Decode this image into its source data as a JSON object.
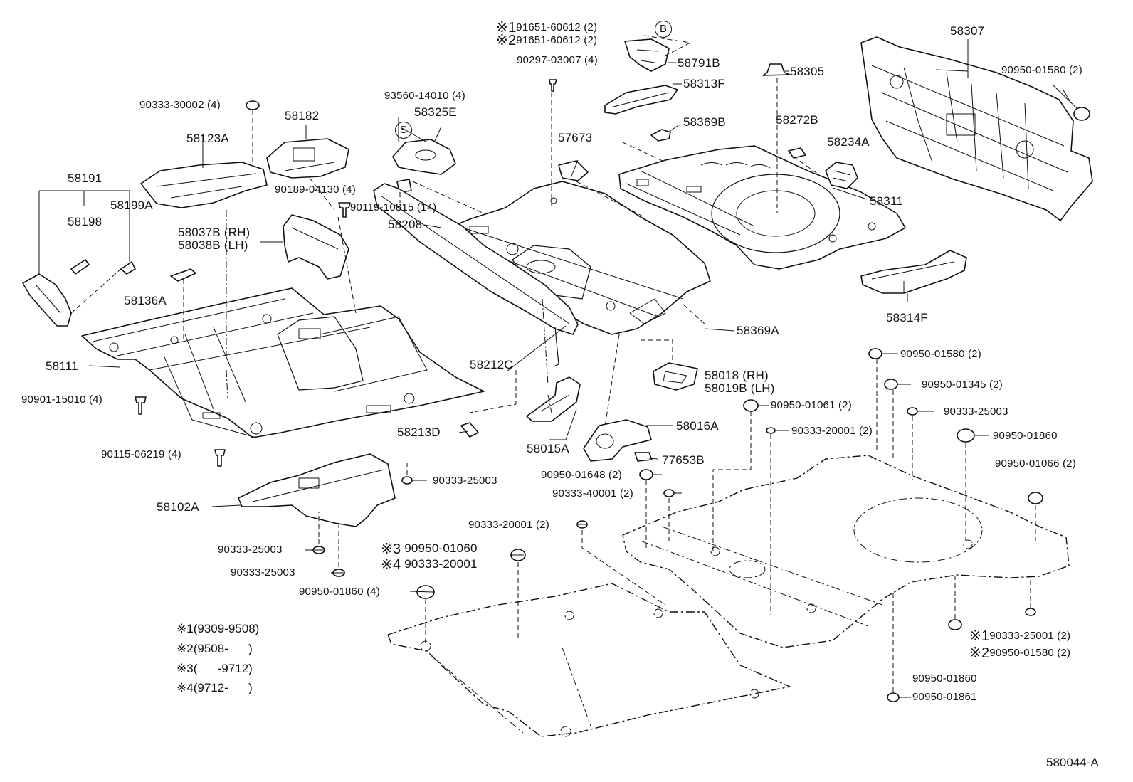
{
  "diagram": {
    "code": "580044-A",
    "circled_markers": {
      "b": "B",
      "s": "S"
    },
    "callouts": {
      "p91651a": {
        "mark": "※1",
        "text": "91651-60612 (2)"
      },
      "p91651b": {
        "mark": "※2",
        "text": "91651-60612 (2)"
      },
      "p90297": "90297-03007 (4)",
      "p58791B": "58791B",
      "p58313F": "58313F",
      "p58305": "58305",
      "p58307": "58307",
      "p90950_01580_top": "90950-01580 (2)",
      "p93560": "93560-14010 (4)",
      "p58325E": "58325E",
      "p90333_30002": "90333-30002 (4)",
      "p58182": "58182",
      "p58123A": "58123A",
      "p57673": "57673",
      "p58369B": "58369B",
      "p58272B": "58272B",
      "p58234A": "58234A",
      "p58191": "58191",
      "p58198": "58198",
      "p58199A": "58199A",
      "p90189": "90189-04130 (4)",
      "p90119": "90119-10815 (14)",
      "p58208": "58208",
      "p58311": "58311",
      "p58037B": "58037B (RH)",
      "p58038B": "58038B (LH)",
      "p58136A": "58136A",
      "p58314F": "58314F",
      "p58369A": "58369A",
      "p58111": "58111",
      "p58212C": "58212C",
      "p90950_01580_mid": "90950-01580 (2)",
      "p58018": "58018  (RH)",
      "p58019B": "58019B (LH)",
      "p90950_01345": "90950-01345 (2)",
      "p90901": "90901-15010 (4)",
      "p90950_01061": "90950-01061 (2)",
      "p90333_25003_r": "90333-25003",
      "p58016A": "58016A",
      "p90333_20001_r": "90333-20001 (2)",
      "p90950_01860_r": "90950-01860",
      "p58213D": "58213D",
      "p58015A": "58015A",
      "p90115": "90115-06219 (4)",
      "p77653B": "77653B",
      "p90950_01066": "90950-01066 (2)",
      "p90333_25003_a": "90333-25003",
      "p90950_01648": "90950-01648 (2)",
      "p90333_40001": "90333-40001 (2)",
      "p58102A": "58102A",
      "p90333_20001_l": "90333-20001 (2)",
      "p90950_01060": {
        "mark": "※3",
        "text": "90950-01060"
      },
      "p90333_20001_m": {
        "mark": "※4",
        "text": "90333-20001"
      },
      "p90333_25003_b": "90333-25003",
      "p90333_25003_c": "90333-25003",
      "p90950_01860_l": "90950-01860 (4)",
      "p90333_25001": {
        "mark": "※1",
        "text": "90333-25001 (2)"
      },
      "p90950_01580_bot": {
        "mark": "※2",
        "text": "90950-01580 (2)"
      },
      "p90950_01860_b": "90950-01860",
      "p90950_01861": "90950-01861"
    },
    "notes": [
      {
        "mark": "※1",
        "text": "(9309-9508)"
      },
      {
        "mark": "※2",
        "text": "(9508-      )"
      },
      {
        "mark": "※3",
        "text": "(      -9712)"
      },
      {
        "mark": "※4",
        "text": "(9712-      )"
      }
    ]
  }
}
